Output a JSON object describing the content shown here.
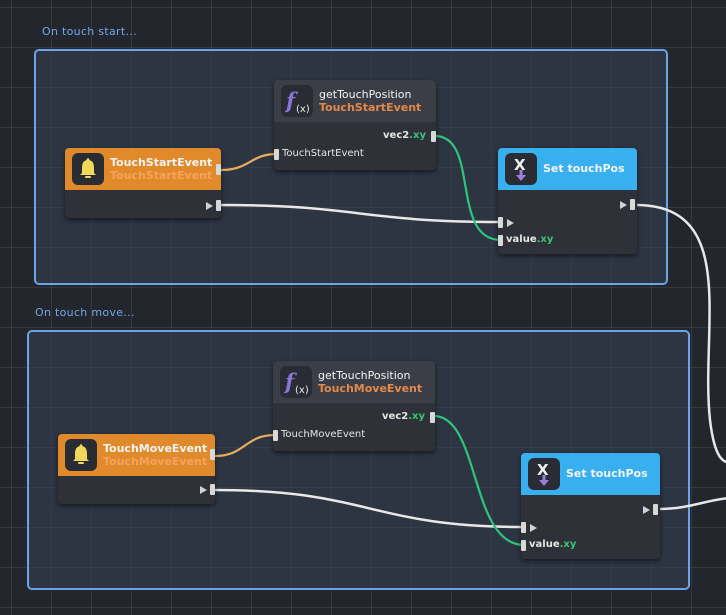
{
  "colors": {
    "group_border": "#6aa3e8",
    "group_label": "#6fa8e6",
    "event_header": "#e08a2c",
    "event_subtitle": "#f5a35c",
    "func_subtitle": "#e3894a",
    "set_header": "#38b0f0",
    "exec_wire": "#e8e8e8",
    "data_wire_event": "#e8ae5c",
    "data_wire_vec2": "#2fc47c",
    "field_text": "#39c37a"
  },
  "groups": [
    {
      "label": "On touch start...",
      "event_node": {
        "title": "TouchStartEvent",
        "subtitle": "TouchStartEvent",
        "icon": "bell-icon"
      },
      "function_node": {
        "title": "getTouchPosition",
        "subtitle": "TouchStartEvent",
        "icon": "function-icon",
        "output": {
          "type": "vec2",
          "field": ".xy"
        },
        "input": "TouchStartEvent"
      },
      "set_node": {
        "title": "Set touchPos",
        "icon": "set-variable-icon",
        "input": {
          "name": "value",
          "field": ".xy"
        }
      }
    },
    {
      "label": "On touch move...",
      "event_node": {
        "title": "TouchMoveEvent",
        "subtitle": "TouchMoveEvent",
        "icon": "bell-icon"
      },
      "function_node": {
        "title": "getTouchPosition",
        "subtitle": "TouchMoveEvent",
        "icon": "function-icon",
        "output": {
          "type": "vec2",
          "field": ".xy"
        },
        "input": "TouchMoveEvent"
      },
      "set_node": {
        "title": "Set touchPos",
        "icon": "set-variable-icon",
        "input": {
          "name": "value",
          "field": ".xy"
        }
      }
    }
  ]
}
